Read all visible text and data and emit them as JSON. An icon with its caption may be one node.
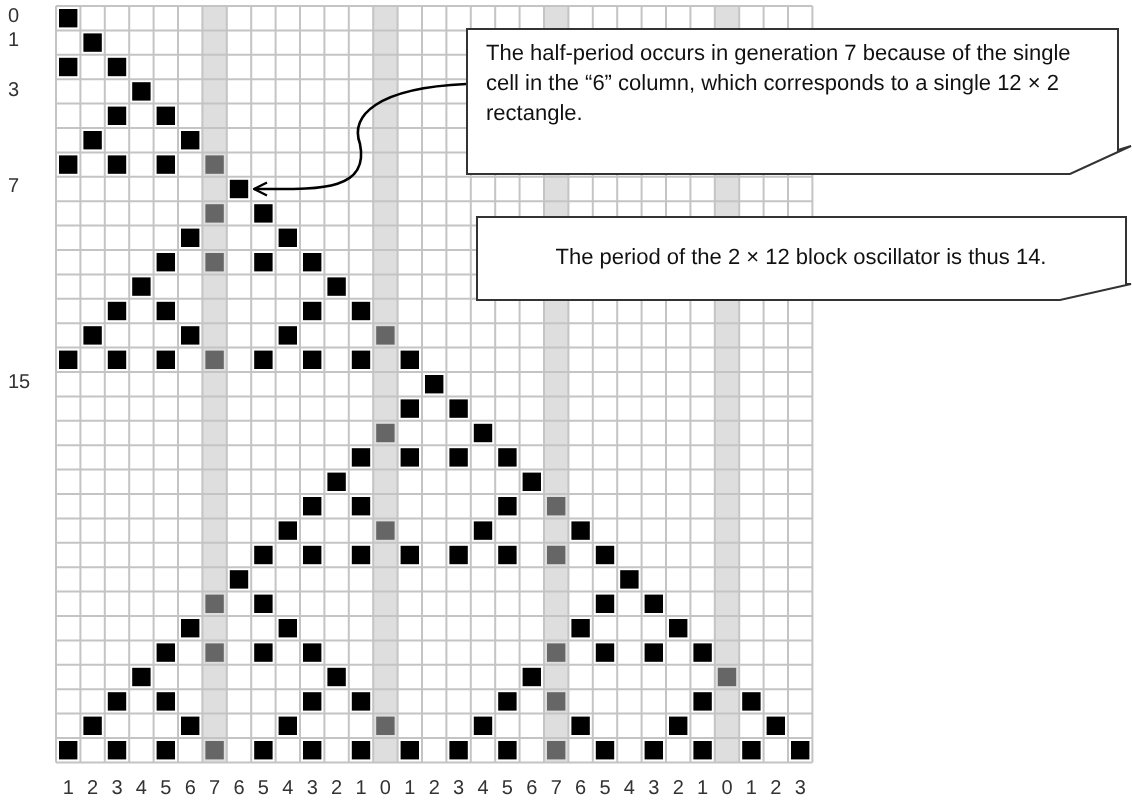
{
  "diagram": {
    "nodes": [
      {
        "text": [
          "The half-period occurs in generation 7 because of the single cell in the “6” column, which corresponds to a single 12 × 2 rectangle."
        ]
      },
      {
        "text": [
          "The period of the 2 × 12 block oscillator is thus 14."
        ]
      },
      {
        "text": [],
        "shape": "box"
      }
    ],
    "edges": [
      {
        "from": 0,
        "to": 2,
        "arrow": "to"
      }
    ],
    "labels": [
      "0",
      "1",
      "3",
      "7",
      "15",
      "1",
      "2",
      "3",
      "4",
      "5",
      "6",
      "7",
      "6",
      "5",
      "4",
      "3",
      "2",
      "1",
      "0",
      "1",
      "2",
      "3",
      "4",
      "5",
      "6",
      "7",
      "6",
      "5",
      "4",
      "3",
      "2",
      "1",
      "0",
      "1",
      "2",
      "3"
    ]
  }
}
